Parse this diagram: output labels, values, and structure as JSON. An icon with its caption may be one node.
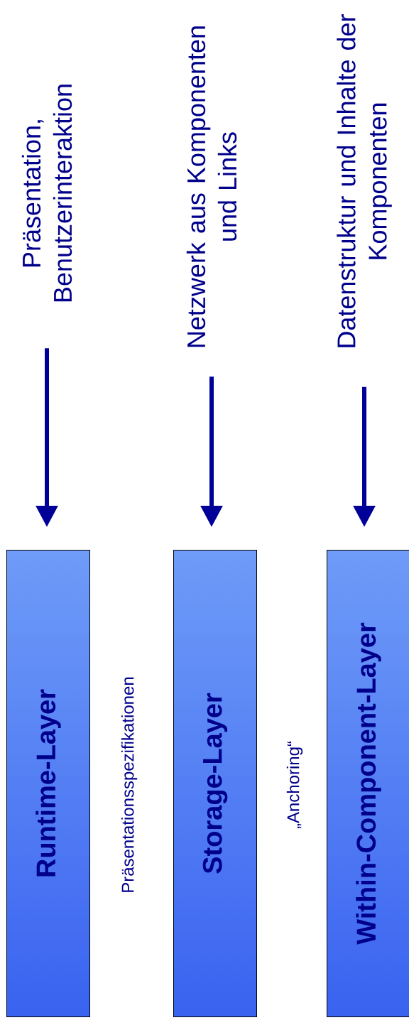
{
  "diagram": {
    "nodes": [
      {
        "text": [
          "Runtime-Layer"
        ]
      },
      {
        "text": [
          "Storage-Layer"
        ]
      },
      {
        "text": [
          "Within-Component-Layer"
        ]
      },
      {
        "text": [
          "Präsentation, Benutzerinteraktion"
        ]
      },
      {
        "text": [
          "Netzwerk aus Komponenten und Links"
        ]
      },
      {
        "text": [
          "Datenstruktur und Inhalte der Komponenten"
        ]
      }
    ],
    "edges": [
      {
        "from": 3,
        "to": 0,
        "arrow": "to"
      },
      {
        "from": 4,
        "to": 1,
        "arrow": "to"
      },
      {
        "from": 5,
        "to": 2,
        "arrow": "to"
      }
    ],
    "labels": [
      "Präsentationsspezifikationen",
      "„Anchoring“"
    ]
  }
}
